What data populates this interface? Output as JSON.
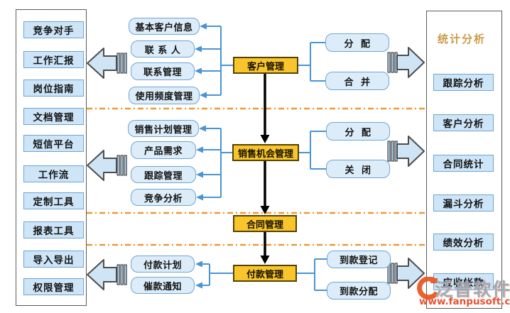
{
  "left_panel": {
    "items": [
      "竞争对手",
      "工作汇报",
      "岗位指南",
      "文档管理",
      "短信平台",
      "工作流",
      "定制工具",
      "报表工具",
      "导入导出",
      "权限管理"
    ]
  },
  "right_panel": {
    "title": "统计分析",
    "items": [
      "跟踪分析",
      "客户分析",
      "合同统计",
      "漏斗分析",
      "绩效分析",
      "应收帐款"
    ]
  },
  "flow": {
    "customer": {
      "main": "客户管理",
      "left_items": [
        "基本客户信息",
        "联 系 人",
        "联系管理",
        "使用频度管理"
      ],
      "right_items": [
        "分  配",
        "合  并"
      ]
    },
    "sales": {
      "main": "销售机会管理",
      "left_items": [
        "销售计划管理",
        "产品需求",
        "跟踪管理",
        "竞争分析"
      ],
      "right_items": [
        "分  配",
        "关  闭"
      ]
    },
    "contract": {
      "main": "合同管理"
    },
    "payment": {
      "main": "付款管理",
      "left_items": [
        "付款计划",
        "催款通知"
      ],
      "right_items": [
        "到款登记",
        "到款分配"
      ]
    }
  },
  "watermark": {
    "brand": "泛普软件",
    "url": "www.fanpusoft.com"
  },
  "colors": {
    "module_fill": "#f8c62c",
    "feature_fill": "#dcedf9",
    "line_blue": "#4a94d4",
    "dash_orange": "#ec9a35",
    "title_gold": "#c99b48",
    "watermark_orange": "#e8431f"
  }
}
